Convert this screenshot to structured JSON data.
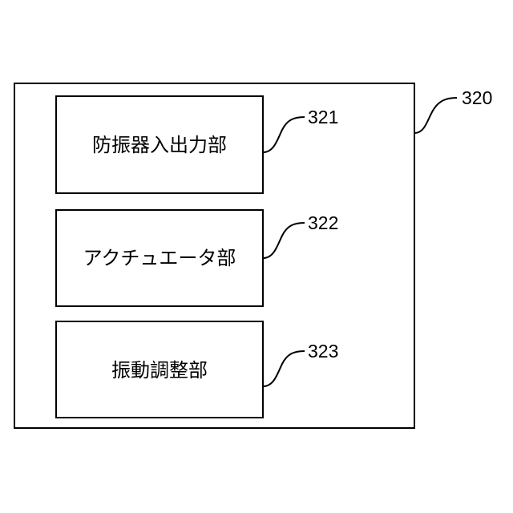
{
  "diagram": {
    "outer": {
      "ref": "320"
    },
    "blocks": [
      {
        "label": "防振器入出力部",
        "ref": "321"
      },
      {
        "label": "アクチュエータ部",
        "ref": "322"
      },
      {
        "label": "振動調整部",
        "ref": "323"
      }
    ],
    "colors": {
      "stroke": "#000000",
      "background": "#ffffff"
    }
  }
}
